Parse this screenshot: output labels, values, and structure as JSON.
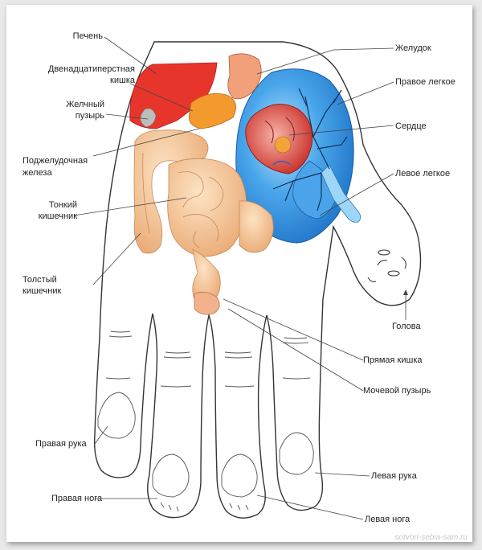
{
  "labels": {
    "liver": "Печень",
    "duodenum_l1": "Двенадцатиперстная",
    "duodenum_l2": "кишка",
    "gallbladder_l1": "Желчный",
    "gallbladder_l2": "пузырь",
    "pancreas_l1": "Поджелудочная",
    "pancreas_l2": "железа",
    "small_intestine_l1": "Тонкий",
    "small_intestine_l2": "кишечник",
    "large_intestine_l1": "Толстый",
    "large_intestine_l2": "кишечник",
    "right_arm": "Правая рука",
    "right_leg": "Правая нога",
    "stomach": "Желудок",
    "right_lung": "Правое легкое",
    "heart": "Сердце",
    "left_lung": "Левое легкое",
    "head": "Голова",
    "rectum": "Прямая кишка",
    "bladder": "Мочевой пузырь",
    "left_arm": "Левая рука",
    "left_leg": "Левая нога"
  },
  "watermark": "sotvori-sebia-sam.ru",
  "colors": {
    "liver": "#e8352c",
    "intestine": "#f3c79a",
    "gallbladder": "#f29a2e",
    "lung": "#2f8fe0",
    "lung_light": "#8fd0f7",
    "heart": "#e3473a",
    "outline": "#333333",
    "leader": "#444444"
  }
}
